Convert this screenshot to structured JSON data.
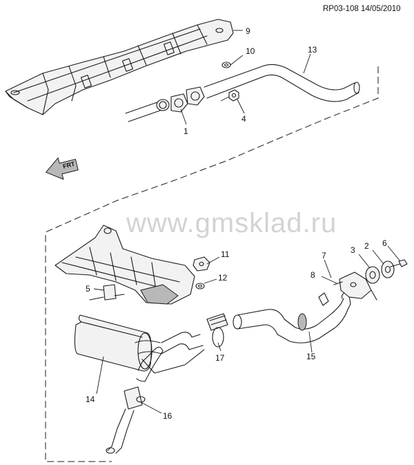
{
  "header": {
    "ref": "RP03-108 14/05/2010"
  },
  "watermark": {
    "text": "www.gmsklad.ru"
  },
  "front_indicator": {
    "text": "FRT",
    "icon": "front-arrow-icon"
  },
  "callouts": [
    {
      "id": "9",
      "label": "9"
    },
    {
      "id": "10",
      "label": "10"
    },
    {
      "id": "13",
      "label": "13"
    },
    {
      "id": "1",
      "label": "1"
    },
    {
      "id": "4",
      "label": "4"
    },
    {
      "id": "11",
      "label": "11"
    },
    {
      "id": "12",
      "label": "12"
    },
    {
      "id": "5",
      "label": "5"
    },
    {
      "id": "7",
      "label": "7"
    },
    {
      "id": "3",
      "label": "3"
    },
    {
      "id": "2",
      "label": "2"
    },
    {
      "id": "6",
      "label": "6"
    },
    {
      "id": "8",
      "label": "8"
    },
    {
      "id": "17",
      "label": "17"
    },
    {
      "id": "15",
      "label": "15"
    },
    {
      "id": "14",
      "label": "14"
    },
    {
      "id": "16",
      "label": "16"
    }
  ]
}
